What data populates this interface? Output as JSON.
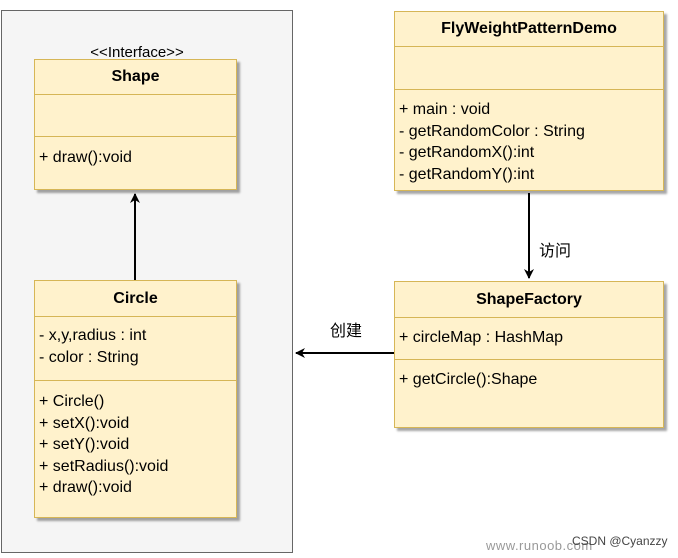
{
  "interface_group": {
    "label": "<<Interface>>"
  },
  "shape": {
    "title": "Shape",
    "attributes": [],
    "methods": [
      "+ draw():void"
    ]
  },
  "circle": {
    "title": "Circle",
    "attributes": [
      "- x,y,radius : int",
      "- color : String"
    ],
    "methods": [
      "+ Circle()",
      "+ setX():void",
      "+ setY():void",
      "+ setRadius():void",
      "+ draw():void"
    ]
  },
  "demo": {
    "title": "FlyWeightPatternDemo",
    "attributes": [],
    "methods": [
      "+ main : void",
      "- getRandomColor : String",
      "- getRandomX():int",
      "- getRandomY():int"
    ]
  },
  "factory": {
    "title": "ShapeFactory",
    "attributes": [
      "+ circleMap : HashMap"
    ],
    "methods": [
      "+ getCircle():Shape"
    ]
  },
  "edges": {
    "access_label": "访问",
    "create_label": "创建"
  },
  "watermark": {
    "csdn": "CSDN @Cyanzzy",
    "site": "www.runoob.com"
  },
  "colors": {
    "class_fill": "#fff2cc",
    "class_border": "#d6b656",
    "container_fill": "#f5f5f5"
  }
}
